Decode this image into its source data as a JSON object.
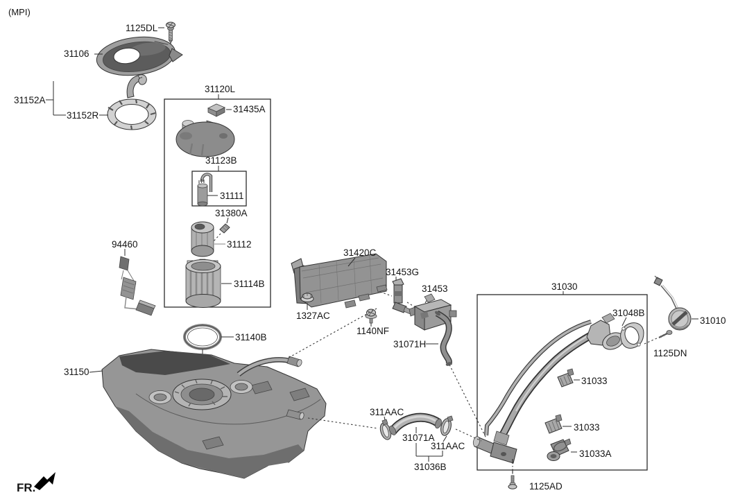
{
  "diagram": {
    "labels": {
      "variant": "(MPI)",
      "fr": "FR.",
      "p1125dl": "1125DL",
      "p31106": "31106",
      "p31152a": "31152A",
      "p31152r": "31152R",
      "p31120l": "31120L",
      "p31435a": "31435A",
      "p31123b": "31123B",
      "p31111": "31111",
      "p31380a": "31380A",
      "p31112": "31112",
      "p31114b": "31114B",
      "p94460": "94460",
      "p31140b": "31140B",
      "p31150": "31150",
      "p31420c": "31420C",
      "p1327ac": "1327AC",
      "p1140nf": "1140NF",
      "p31453g": "31453G",
      "p31453": "31453",
      "p31071h": "31071H",
      "p31030": "31030",
      "p31048b": "31048B",
      "p31010": "31010",
      "p1125dn": "1125DN",
      "p31033_upper": "31033",
      "p31033_mid": "31033",
      "p31033a": "31033A",
      "p1125ad": "1125AD",
      "p311aac_left": "311AAC",
      "p31071a": "31071A",
      "p311aac_right": "311AAC",
      "p31036b": "31036B"
    },
    "colors": {
      "background": "#ffffff",
      "line": "#2b2b2b",
      "part_light": "#c6c6c6",
      "part_mid": "#9a9a9a",
      "part_dark": "#5c5c5c"
    }
  }
}
